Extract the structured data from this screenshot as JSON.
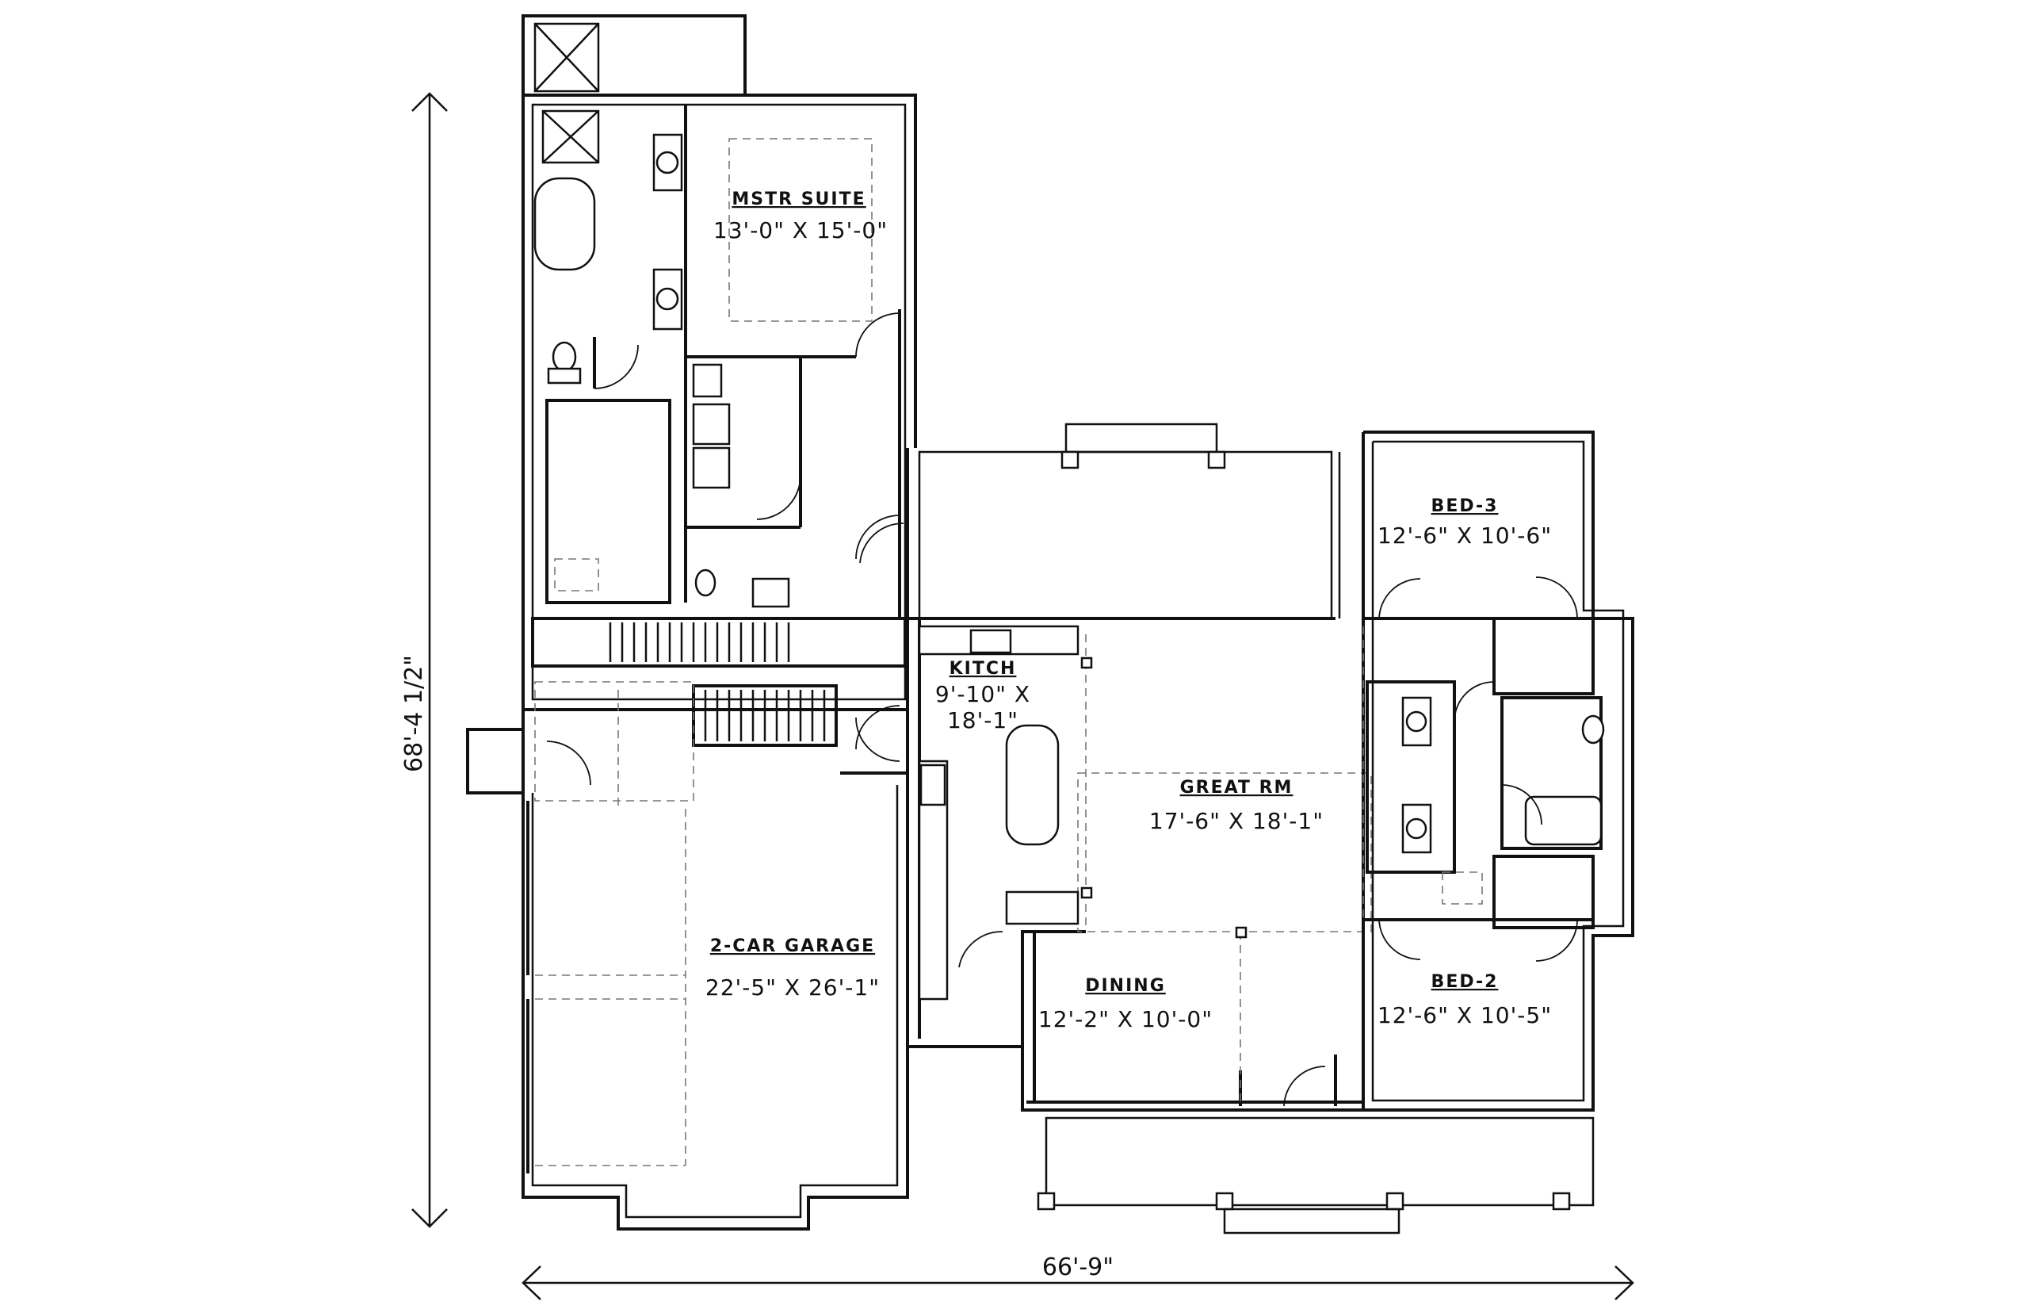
{
  "rooms": {
    "master_suite": {
      "name": "MSTR SUITE",
      "size": "13'-0\" X 15'-0\""
    },
    "kitchen": {
      "name": "KITCH",
      "size_line1": "9'-10\" X",
      "size_line2": "18'-1\""
    },
    "great_room": {
      "name": "GREAT RM",
      "size": "17'-6\" X 18'-1\""
    },
    "bed3": {
      "name": "BED-3",
      "size": "12'-6\" X 10'-6\""
    },
    "bed2": {
      "name": "BED-2",
      "size": "12'-6\" X 10'-5\""
    },
    "dining": {
      "name": "DINING",
      "size": "12'-2\" X 10'-0\""
    },
    "garage": {
      "name": "2-CAR GARAGE",
      "size": "22'-5\" X 26'-1\""
    }
  },
  "dimensions": {
    "overall_depth": "68'-4 1/2\"",
    "overall_width": "66'-9\""
  }
}
